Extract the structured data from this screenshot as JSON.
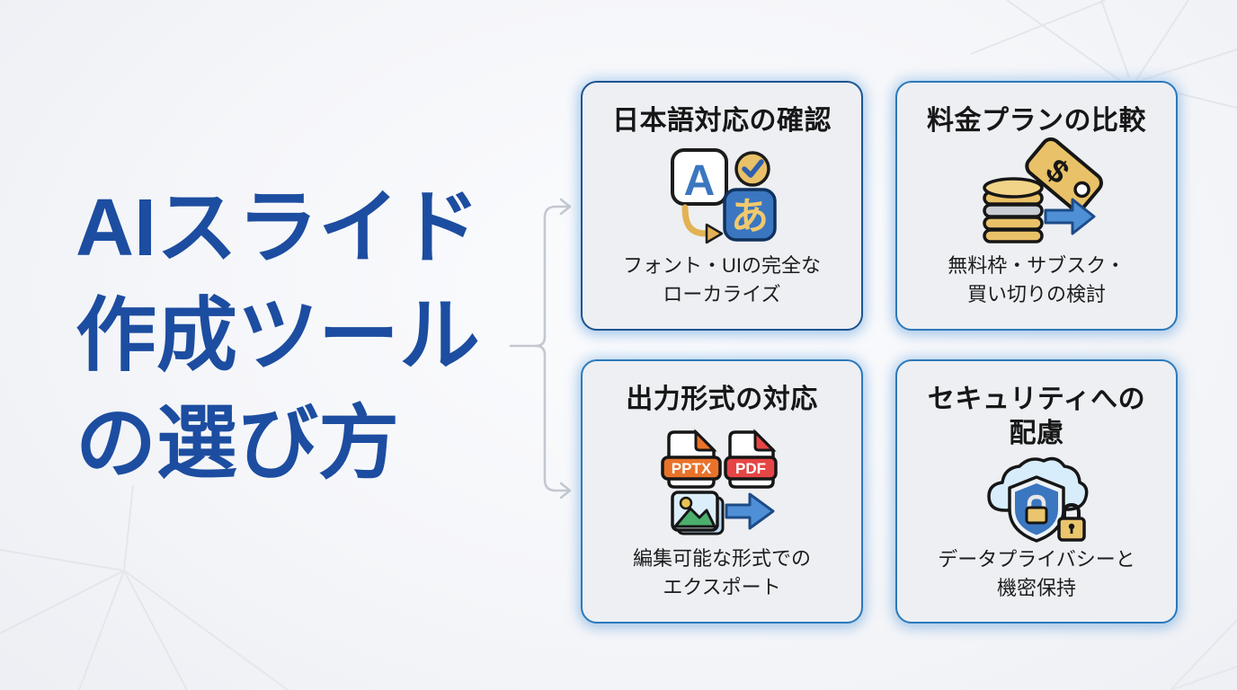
{
  "slide": {
    "title_lines": [
      "AIスライド",
      "作成ツール",
      "の選び方"
    ],
    "cards": [
      {
        "id": "japanese-support",
        "title_lines": [
          "日本語対応の確認"
        ],
        "description_lines": [
          "フォント・UIの完全な",
          "ローカライズ"
        ],
        "icon": "translation-icon",
        "icon_text": {
          "latin": "A",
          "kana": "あ"
        }
      },
      {
        "id": "pricing-comparison",
        "title_lines": [
          "料金プランの比較"
        ],
        "description_lines": [
          "無料枠・サブスク・",
          "買い切りの検討"
        ],
        "icon": "price-tag-coins-icon",
        "icon_text": {
          "currency": "$"
        }
      },
      {
        "id": "output-formats",
        "title_lines": [
          "出力形式の対応"
        ],
        "description_lines": [
          "編集可能な形式での",
          "エクスポート"
        ],
        "icon": "file-export-icon",
        "icon_text": {
          "pptx": "PPTX",
          "pdf": "PDF"
        }
      },
      {
        "id": "security-consideration",
        "title_lines": [
          "セキュリティへの",
          "配慮"
        ],
        "description_lines": [
          "データプライバシーと",
          "機密保持"
        ],
        "icon": "cloud-shield-lock-icon"
      }
    ],
    "colors": {
      "background": "#f5f6f9",
      "background_light": "#fbfcfe",
      "title_blue": "#1c4da0",
      "card_bg": "#edeff3",
      "card_border": "#2c79ba",
      "card_border_dark": "#1e548f",
      "text_ink": "#171717",
      "connector_gray": "#c4c8d0",
      "gold": "#e9c168",
      "icon_blue": "#3b76c0",
      "arrow_blue": "#4f8fd6",
      "pptx_orange": "#e8722a",
      "pdf_red": "#e64545",
      "image_green": "#4caf6d",
      "cloud_blue": "#d8edfc",
      "pattern_line": "#e3e5ec"
    }
  }
}
